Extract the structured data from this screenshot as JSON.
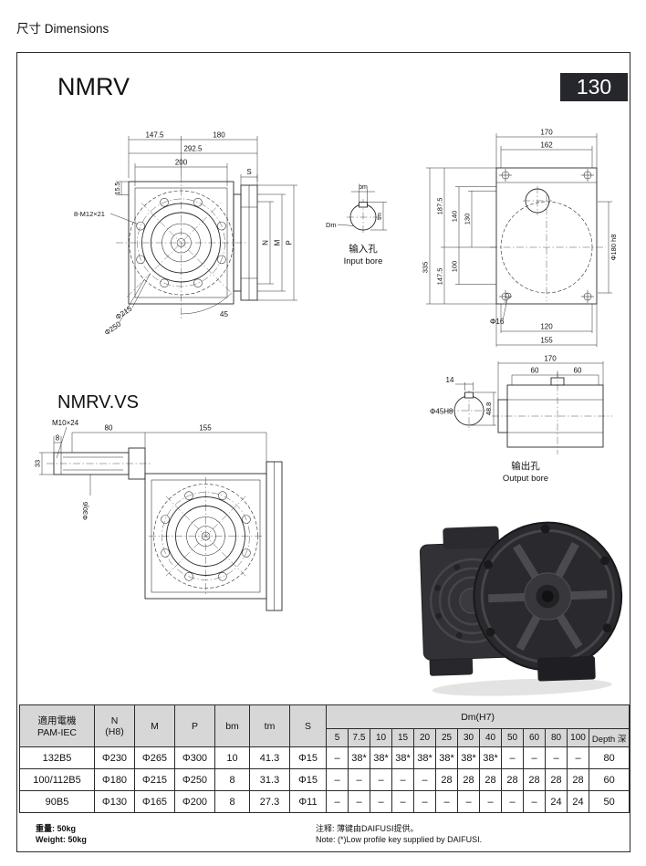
{
  "doc": {
    "header": "尺寸 Dimensions",
    "model": "NMRV",
    "model_vs": "NMRV.VS",
    "size_badge": "130"
  },
  "front_view": {
    "w_left": "147.5",
    "w_right": "180",
    "w_total": "292.5",
    "w_square": "200",
    "offset_top": "15.5",
    "s": "S",
    "n": "N",
    "m": "M",
    "p": "P",
    "bolt_note": "8-M12×21",
    "bolt_circle": "Φ215",
    "flange_od": "Φ250",
    "angle": "45"
  },
  "input_bore": {
    "bm": "bm",
    "dm": "Dm",
    "tm": "tm",
    "label_cn": "输入孔",
    "label_en": "Input bore"
  },
  "rear_view": {
    "w_total": "170",
    "w_bolt": "162",
    "h_upper": "187.5",
    "h_140": "140",
    "h_130": "130",
    "h_100": "100",
    "h_total": "335",
    "h_lower": "147.5",
    "spigot": "Φ180 h8",
    "foot_hole": "Φ16",
    "foot_120": "120",
    "foot_155": "155"
  },
  "vs_view": {
    "thread": "M10×24",
    "shaft_len": "80",
    "body_w": "155",
    "end_8": "8",
    "shaft_h": "33",
    "shaft_dia": "Φ30j6"
  },
  "output_bore": {
    "len_170": "170",
    "bore_60a": "60",
    "bore_60b": "60",
    "key_w": "14",
    "bore_dia": "Φ45H8",
    "key_h": "48.8",
    "label_cn": "输出孔",
    "label_en": "Output bore"
  },
  "table": {
    "h_motor1": "適用電機",
    "h_motor2": "PAM-IEC",
    "h_n1": "N",
    "h_n2": "(H8)",
    "h_m": "M",
    "h_p": "P",
    "h_bm": "bm",
    "h_tm": "tm",
    "h_s": "S",
    "h_dm": "Dm(H7)",
    "dm_cols": [
      "5",
      "7.5",
      "10",
      "15",
      "20",
      "25",
      "30",
      "40",
      "50",
      "60",
      "80",
      "100"
    ],
    "h_depth": "Depth 深",
    "rows": [
      {
        "motor": "132B5",
        "n": "Φ230",
        "m": "Φ265",
        "p": "Φ300",
        "bm": "10",
        "tm": "41.3",
        "s": "Φ15",
        "dm": [
          "–",
          "38*",
          "38*",
          "38*",
          "38*",
          "38*",
          "38*",
          "38*",
          "–",
          "–",
          "–",
          "–"
        ],
        "depth": "80"
      },
      {
        "motor": "100/112B5",
        "n": "Φ180",
        "m": "Φ215",
        "p": "Φ250",
        "bm": "8",
        "tm": "31.3",
        "s": "Φ15",
        "dm": [
          "–",
          "–",
          "–",
          "–",
          "–",
          "28",
          "28",
          "28",
          "28",
          "28",
          "28",
          "28"
        ],
        "depth": "60"
      },
      {
        "motor": "90B5",
        "n": "Φ130",
        "m": "Φ165",
        "p": "Φ200",
        "bm": "8",
        "tm": "27.3",
        "s": "Φ11",
        "dm": [
          "–",
          "–",
          "–",
          "–",
          "–",
          "–",
          "–",
          "–",
          "–",
          "–",
          "24",
          "24"
        ],
        "depth": "50"
      }
    ]
  },
  "footer": {
    "weight_cn": "重量: 50kg",
    "weight_en": "Weight: 50kg",
    "note_cn": "注释: 薄键由DAIFUSI提供。",
    "note_en": "Note: (*)Low profile key supplied by DAIFUSI."
  }
}
